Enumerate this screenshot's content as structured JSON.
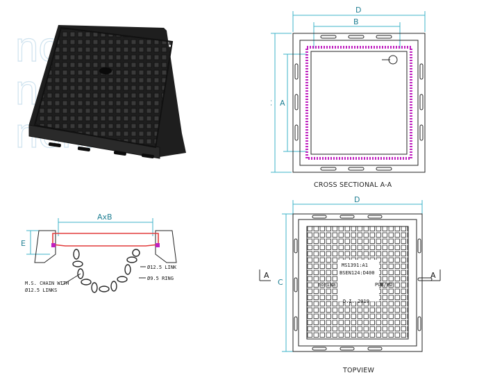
{
  "watermark": "norika",
  "colors": {
    "dimension": "#3db3c9",
    "gasket": "#c020c0",
    "frame_highlight": "#e23a3a",
    "ink": "#222222"
  },
  "cross_section": {
    "caption": "CROSS SECTIONAL A-A",
    "dims": {
      "outer_width": "D",
      "inner_width": "B",
      "outer_height": "C",
      "inner_height": "A"
    }
  },
  "chain_detail": {
    "dims": {
      "opening": "AxB",
      "depth": "E"
    },
    "labels": {
      "link": "Ø12.5 LINK",
      "ring": "Ø9.5 RING",
      "chain_line1": "M.S. CHAIN WITH",
      "chain_line2": "Ø12.5 LINKS"
    }
  },
  "top_view": {
    "caption": "TOPVIEW",
    "dims": {
      "outer_width": "D",
      "outer_height": "C"
    },
    "section_markers": {
      "left": "A",
      "right": "A"
    },
    "markings": {
      "standard": "MS1391:A1",
      "class": "BSEN124:D400",
      "brand": "norika",
      "use": "PUB/WD",
      "material_year": "D.I. 2019"
    }
  }
}
